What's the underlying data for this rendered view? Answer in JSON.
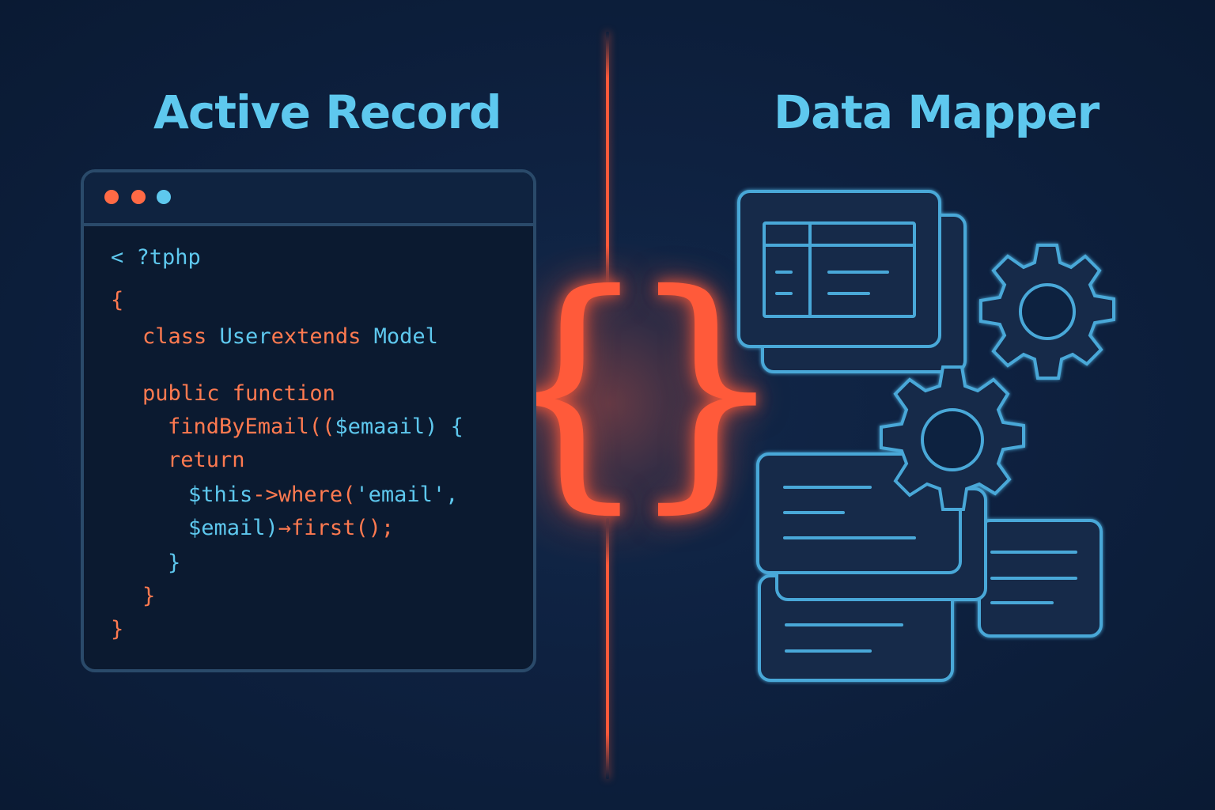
{
  "titles": {
    "left": "Active Record",
    "right": "Data Mapper"
  },
  "braces": {
    "open": "{",
    "close": "}"
  },
  "code": {
    "lines": [
      [
        {
          "t": "< ?tphp",
          "c": "tx"
        }
      ],
      [
        {
          "t": "{",
          "c": "kw"
        }
      ],
      [
        {
          "t": "class ",
          "c": "kw"
        },
        {
          "t": "User",
          "c": "tx"
        },
        {
          "t": "extends ",
          "c": "kw"
        },
        {
          "t": "Model",
          "c": "tx"
        }
      ],
      [
        {
          "t": "public function",
          "c": "kw"
        }
      ],
      [
        {
          "t": "findByEmail((",
          "c": "kw"
        },
        {
          "t": "$emaail) {",
          "c": "tx"
        }
      ],
      [
        {
          "t": "return",
          "c": "kw"
        }
      ],
      [
        {
          "t": "$this",
          "c": "tx"
        },
        {
          "t": "->where(",
          "c": "kw"
        },
        {
          "t": "'email',",
          "c": "tx"
        }
      ],
      [
        {
          "t": "$email)",
          "c": "tx"
        },
        {
          "t": "→first();",
          "c": "kw"
        }
      ],
      [
        {
          "t": "}",
          "c": "tx"
        }
      ],
      [
        {
          "t": "}",
          "c": "kw"
        }
      ],
      [
        {
          "t": "}",
          "c": "kw"
        }
      ]
    ]
  },
  "colors": {
    "accent_blue": "#5ec8ee",
    "accent_orange": "#ff5a3a",
    "panel_border": "#2a4a6a",
    "background": "#0e2140"
  },
  "icons": [
    "window-dots-icon",
    "table-card-icon",
    "gear-icon",
    "document-card-icon"
  ]
}
